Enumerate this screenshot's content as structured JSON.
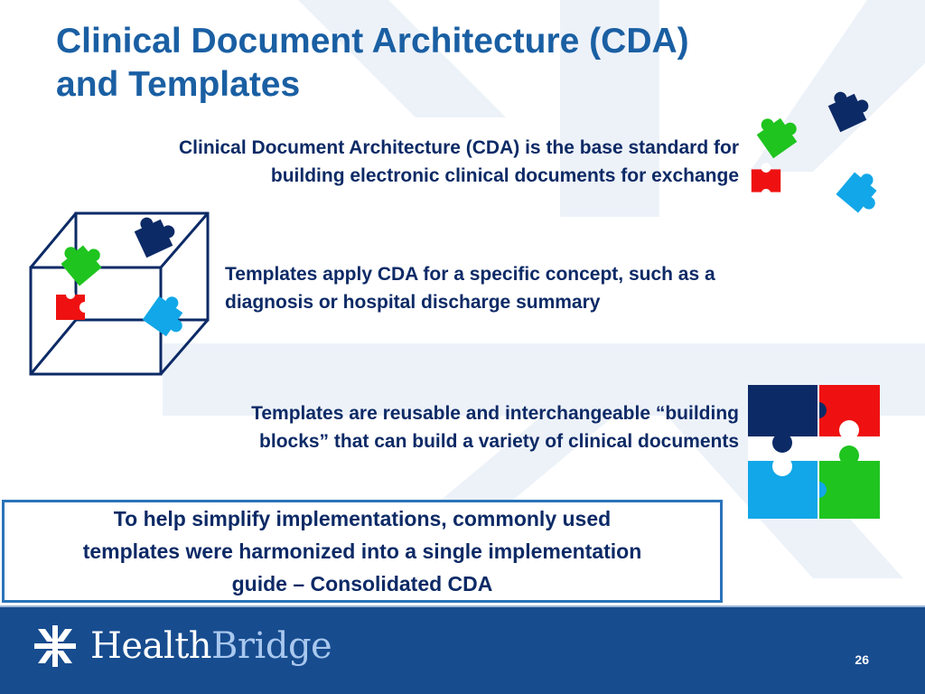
{
  "slide": {
    "title_line1": "Clinical Document Architecture (CDA)",
    "title_line2": "and Templates",
    "para1_line1": "Clinical Document Architecture (CDA) is the base standard for",
    "para1_line2": "building electronic clinical documents for exchange",
    "para2_line1": "Templates apply CDA for a specific concept, such as a",
    "para2_line2": "diagnosis or hospital discharge summary",
    "para3_line1": "Templates are reusable and interchangeable “building",
    "para3_line2": "blocks” that can build a variety of clinical documents",
    "callout_line1": "To help simplify implementations, commonly used",
    "callout_line2": "templates were harmonized into a single implementation",
    "callout_line3": "guide – Consolidated CDA"
  },
  "footer": {
    "brand_part1": "Health",
    "brand_part2": "Bridge",
    "page_number": "26"
  },
  "colors": {
    "title": "#1a5fa3",
    "body_text": "#0d2a66",
    "footer_bg": "#174c8f",
    "callout_border": "#2a73b9",
    "piece_navy": "#0c2a66",
    "piece_green": "#1fc41f",
    "piece_red": "#ef1111",
    "piece_blue": "#12a7e8"
  }
}
